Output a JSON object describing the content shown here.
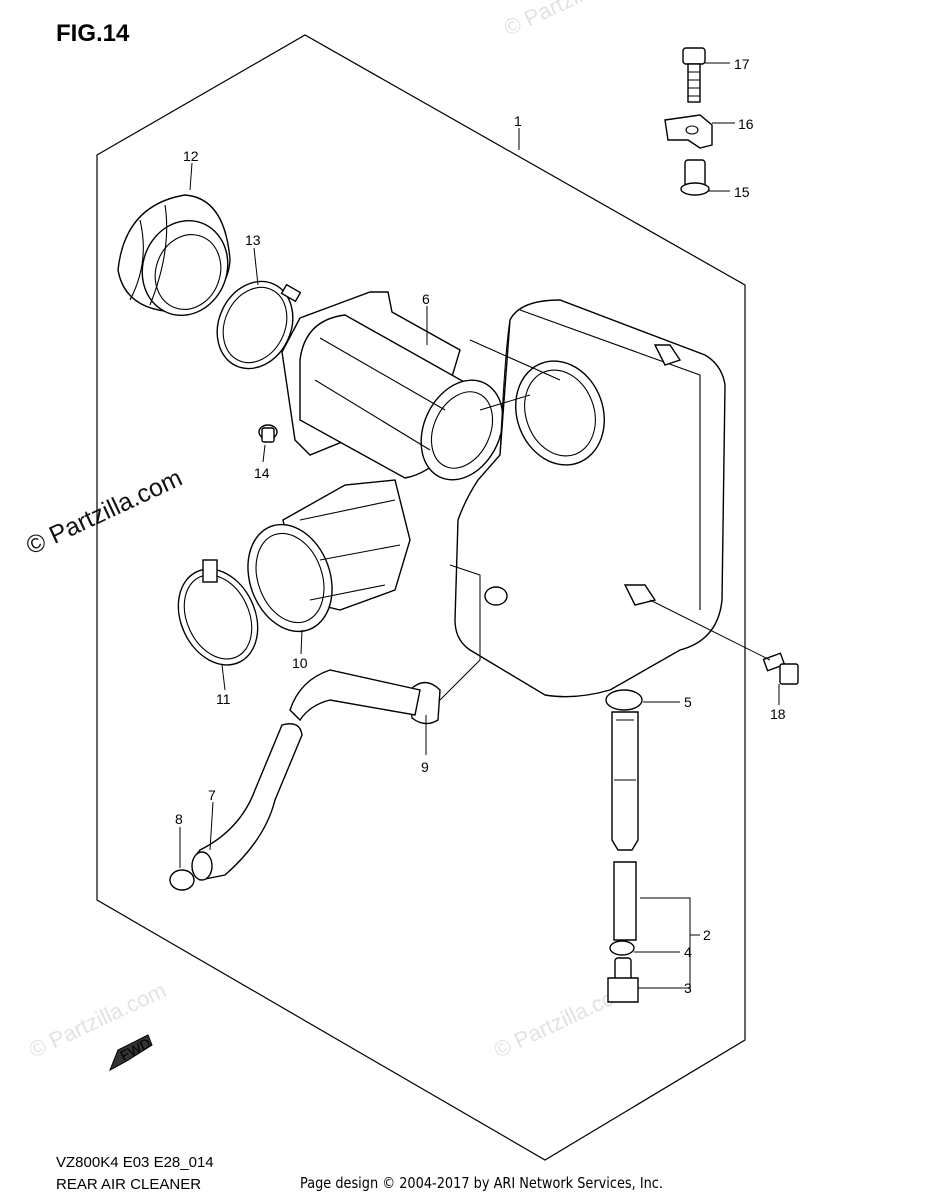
{
  "figure": {
    "title": "FIG.14"
  },
  "footer": {
    "model_code": "VZ800K4 E03 E28_014",
    "assembly_name": "REAR AIR CLEANER",
    "credit": "Page design © 2004-2017 by ARI Network Services, Inc."
  },
  "watermark": {
    "text": "© Partzilla.com"
  },
  "direction_label": "FWD",
  "callouts": [
    "1",
    "2",
    "3",
    "4",
    "5",
    "6",
    "7",
    "8",
    "9",
    "10",
    "11",
    "12",
    "13",
    "14",
    "15",
    "16",
    "17",
    "18"
  ]
}
